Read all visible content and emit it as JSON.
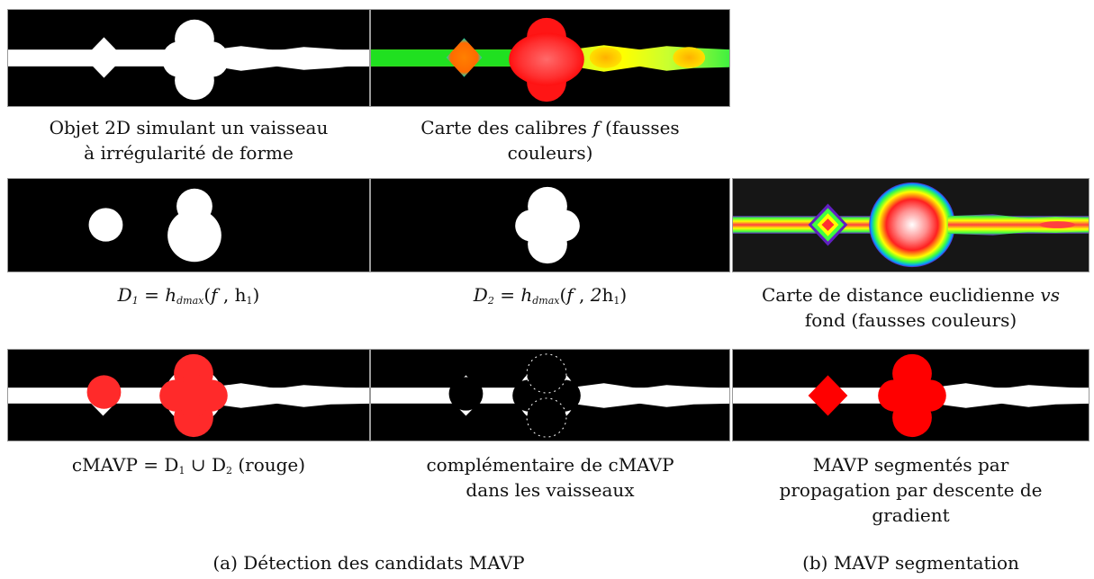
{
  "captions": {
    "objet": "Objet 2D simulant un vaisseau",
    "objet2": "à irrégularité de forme",
    "calibres_a": "Carte des calibres ",
    "calibres_f": "f",
    "calibres_b": " (fausses",
    "calibres_c": "couleurs)",
    "d1_D": "D",
    "d1_sub": "1",
    "d1_eq": " = ",
    "d1_h": "h",
    "d1_hsub": "dmax",
    "d1_args_a": "(",
    "d1_args_f": "f",
    "d1_args_b": " , h",
    "d1_args_sub": "1",
    "d1_args_c": ")",
    "d2_D": "D",
    "d2_sub": "2",
    "d2_eq": " = ",
    "d2_h": "h",
    "d2_hsub": "dmax",
    "d2_args_a": "(",
    "d2_args_f": "f",
    "d2_args_b": " , ",
    "d2_args_2": "2",
    "d2_args_h": "h",
    "d2_args_sub": "1",
    "d2_args_c": ")",
    "distance_a": "Carte de distance euclidienne ",
    "distance_vs": "vs",
    "distance_b": "fond (fausses couleurs)",
    "cmavp_a": "cMAVP = D",
    "cmavp_s1": "1",
    "cmavp_b": " ∪ D",
    "cmavp_s2": "2",
    "cmavp_c": " (rouge)",
    "compl_a": "complémentaire de cMAVP",
    "compl_b": "dans les vaisseaux",
    "seg_a": "MAVP segmentés par",
    "seg_b": "propagation par descente de",
    "seg_c": "gradient",
    "sub_a": "(a) Détection des candidats MAVP",
    "sub_b": "(b) MAVP segmentation"
  },
  "colors": {
    "vessel": "#ffffff",
    "background": "#000000",
    "candidate": "#ff2a2a",
    "border": "#9a9a9a"
  }
}
